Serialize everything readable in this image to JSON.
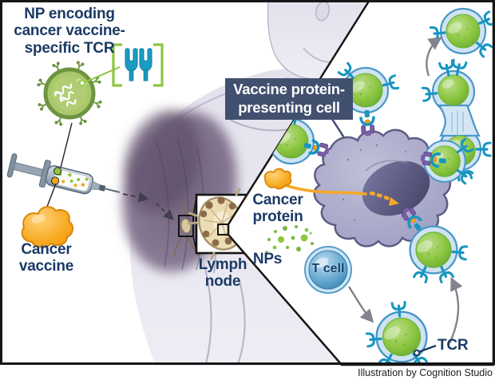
{
  "labels": {
    "np": "NP encoding\ncancer vaccine-\nspecific TCR",
    "cancer_vaccine": "Cancer\nvaccine",
    "lymph_node": "Lymph\nnode",
    "vaccine_ppc": "Vaccine protein-\npresenting cell",
    "cancer_protein": "Cancer\nprotein",
    "nps": "NPs",
    "t_cell": "T cell",
    "tcr": "TCR",
    "credit": "Illustration by Cognition Studio"
  },
  "colors": {
    "navy_text": "#1b3a66",
    "label_box_bg": "#42506f",
    "green": "#8dc63f",
    "green_dark": "#6d9440",
    "teal": "#1796c0",
    "teal_dark": "#0e7ba1",
    "purple": "#7b5ea7",
    "orange": "#f5a31c",
    "orange_dark": "#d8860e",
    "cell_green": "#7fc241",
    "cell_membrane": "#cfe3f2",
    "cell_outline": "#4a97c9",
    "blue_cell": "#3a85b5",
    "dendritic_fill": "#a8a8c8",
    "dendritic_outline": "#5c5c84",
    "nucleus": "#4b4870",
    "body_skin": "#e7e6ee",
    "muscle": "#7a6a85",
    "lymph_tan": "#ecdcb4",
    "follicle_brown": "#8a6c49",
    "frame": "#161616"
  },
  "icons": {
    "nanoparticle-icon": "spiked green sphere with white RNA strands",
    "tcr-receptor-icon": "teal double-U receptor",
    "bracket-icon": "green corner brackets",
    "syringe-icon": "syringe with vaccine dots",
    "cancer-protein-icon": "orange lumpy blob",
    "lymph-node-icon": "tan bean with brown follicles",
    "t-cell-icon": "green sphere with blue membrane",
    "naive-t-cell-icon": "blue sphere",
    "dendritic-cell-icon": "purple star-shaped cell",
    "arrow-icon": "gray curved arrow",
    "np-dots-icon": "scattered green dots"
  }
}
